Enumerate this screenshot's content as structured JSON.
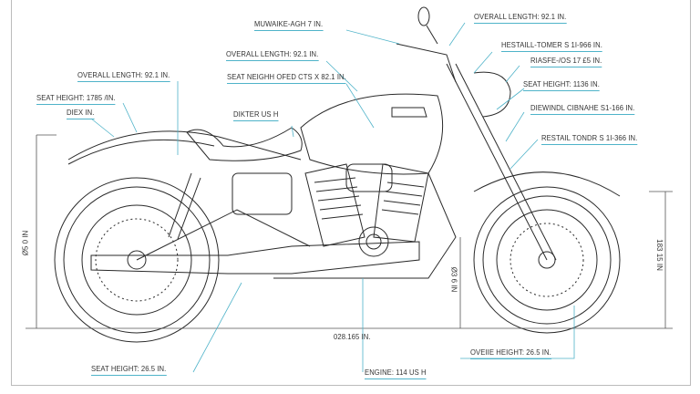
{
  "labels": {
    "milwaukee": "MUWAIKE-AGH 7 IN.",
    "overall_top_right": "OVERALL LENGTH: 92.1 IN.",
    "overall_mid": "OVERALL LENGTH: 92.1 IN.",
    "seat_weigh": "SEAT NEIGHH OFED CTS X 82.1 IN.",
    "overall_left": "OVERALL LENGTH: 92.1 IN.",
    "seat_height_left": "SEAT HEIGHT: 1785 /IN.",
    "diex": "DIEX IN.",
    "dikter": "DIKTER US H",
    "hestail": "HESTAILL-TOMER S 1I-966 IN.",
    "riasfe": "RIASFE-/OS 17 £5 IN.",
    "seat_height_right": "SEAT HEIGHT: 1136 IN.",
    "diewindl": "DIEWINDL CIBNAHE S1-166 IN.",
    "restail": "RESTAIL TONDR S 1I-366 IN.",
    "wheelbase": "028.165 IN.",
    "seat_height_bottom": "SEAT HEIGHT: 26.5 IN.",
    "engine": "ENGINE: 114 US H",
    "overall_height": "OVEIIE HEIGHT: 26.5 IN.",
    "left_vertical": "Ø5 0 IN",
    "center_vertical": "Ø3 6 IN",
    "right_vertical": "183 15 IN"
  },
  "colors": {
    "line": "#2a2a2a",
    "accent": "#4fb3c9"
  }
}
